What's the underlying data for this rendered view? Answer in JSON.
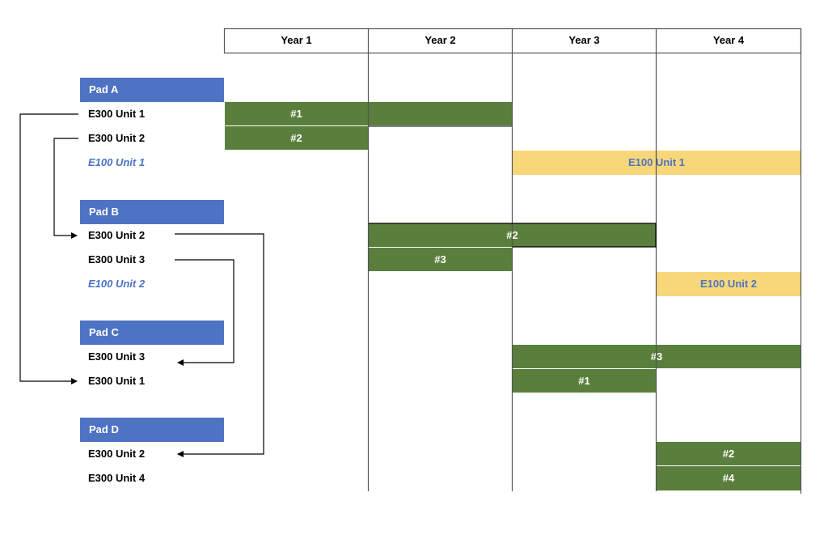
{
  "years": [
    "Year 1",
    "Year 2",
    "Year 3",
    "Year 4"
  ],
  "pads": [
    {
      "label": "Pad A",
      "rows": [
        {
          "label": "E300 Unit 1",
          "kind": "E300"
        },
        {
          "label": "E300 Unit 2",
          "kind": "E300"
        },
        {
          "label": "E100 Unit 1",
          "kind": "E100"
        }
      ]
    },
    {
      "label": "Pad B",
      "rows": [
        {
          "label": "E300 Unit 2",
          "kind": "E300"
        },
        {
          "label": "E300 Unit 3",
          "kind": "E300"
        },
        {
          "label": "E100 Unit 2",
          "kind": "E100"
        }
      ]
    },
    {
      "label": "Pad C",
      "rows": [
        {
          "label": "E300 Unit 3",
          "kind": "E300"
        },
        {
          "label": "E300 Unit 1",
          "kind": "E300"
        }
      ]
    },
    {
      "label": "Pad D",
      "rows": [
        {
          "label": "E300 Unit 2",
          "kind": "E300"
        },
        {
          "label": "E300 Unit 4",
          "kind": "E300"
        }
      ]
    }
  ],
  "bars": [
    {
      "pad": 0,
      "row": 0,
      "start_year": 1,
      "end_year": 2,
      "label": "#1",
      "label_year": 1,
      "color": "#5a7f3c"
    },
    {
      "pad": 0,
      "row": 1,
      "start_year": 1,
      "end_year": 1,
      "label": "#2",
      "label_year": 1,
      "color": "#5a7f3c"
    },
    {
      "pad": 0,
      "row": 2,
      "start_year": 3,
      "end_year": 4,
      "label": "E100 Unit 1",
      "label_year": null,
      "color": "#f7d77a"
    },
    {
      "pad": 1,
      "row": 0,
      "start_year": 2,
      "end_year": 3,
      "label": "#2",
      "label_year": null,
      "color": "#5a7f3c"
    },
    {
      "pad": 1,
      "row": 1,
      "start_year": 2,
      "end_year": 2,
      "label": "#3",
      "label_year": 2,
      "color": "#5a7f3c"
    },
    {
      "pad": 1,
      "row": 2,
      "start_year": 4,
      "end_year": 4,
      "label": "E100 Unit 2",
      "label_year": 4,
      "color": "#f7d77a"
    },
    {
      "pad": 2,
      "row": 0,
      "start_year": 3,
      "end_year": 4,
      "label": "#3",
      "label_year": null,
      "color": "#5a7f3c"
    },
    {
      "pad": 2,
      "row": 1,
      "start_year": 3,
      "end_year": 3,
      "label": "#1",
      "label_year": 3,
      "color": "#5a7f3c"
    },
    {
      "pad": 3,
      "row": 0,
      "start_year": 4,
      "end_year": 4,
      "label": "#2",
      "label_year": 4,
      "color": "#5a7f3c"
    },
    {
      "pad": 3,
      "row": 1,
      "start_year": 4,
      "end_year": 4,
      "label": "#4",
      "label_year": 4,
      "color": "#5a7f3c"
    }
  ],
  "moves": [
    {
      "unit": "E300 Unit 1",
      "from": "Pad A",
      "to": "Pad C"
    },
    {
      "unit": "E300 Unit 2",
      "from": "Pad A",
      "to": "Pad B"
    },
    {
      "unit": "E300 Unit 2",
      "from": "Pad B",
      "to": "Pad D"
    },
    {
      "unit": "E300 Unit 3",
      "from": "Pad B",
      "to": "Pad C"
    }
  ]
}
